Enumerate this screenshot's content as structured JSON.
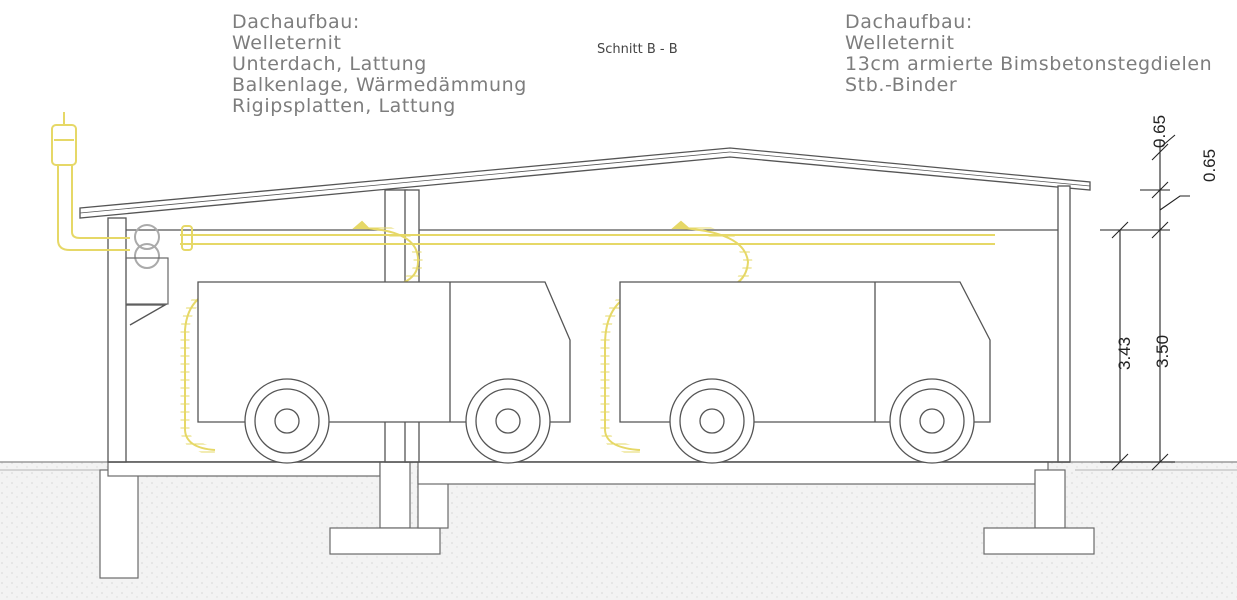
{
  "title": "Schnitt B - B",
  "left_note": {
    "heading": "Dachaufbau:",
    "lines": [
      "Welleternit",
      "Unterdach, Lattung",
      "Balkenlage, Wärmedämmung",
      "Rigipsplatten, Lattung"
    ]
  },
  "right_note": {
    "heading": "Dachaufbau:",
    "lines": [
      "Welleternit",
      "13cm armierte Bimsbetonstegdielen",
      "Stb.-Binder"
    ]
  },
  "dimensions": {
    "top_a": "0.65",
    "top_b": "0.65",
    "height_inner": "3.43",
    "height_outer": "3.50"
  },
  "colors": {
    "exhaust": "#e6d867",
    "line": "#555555",
    "ground": "#bdbdbd"
  }
}
